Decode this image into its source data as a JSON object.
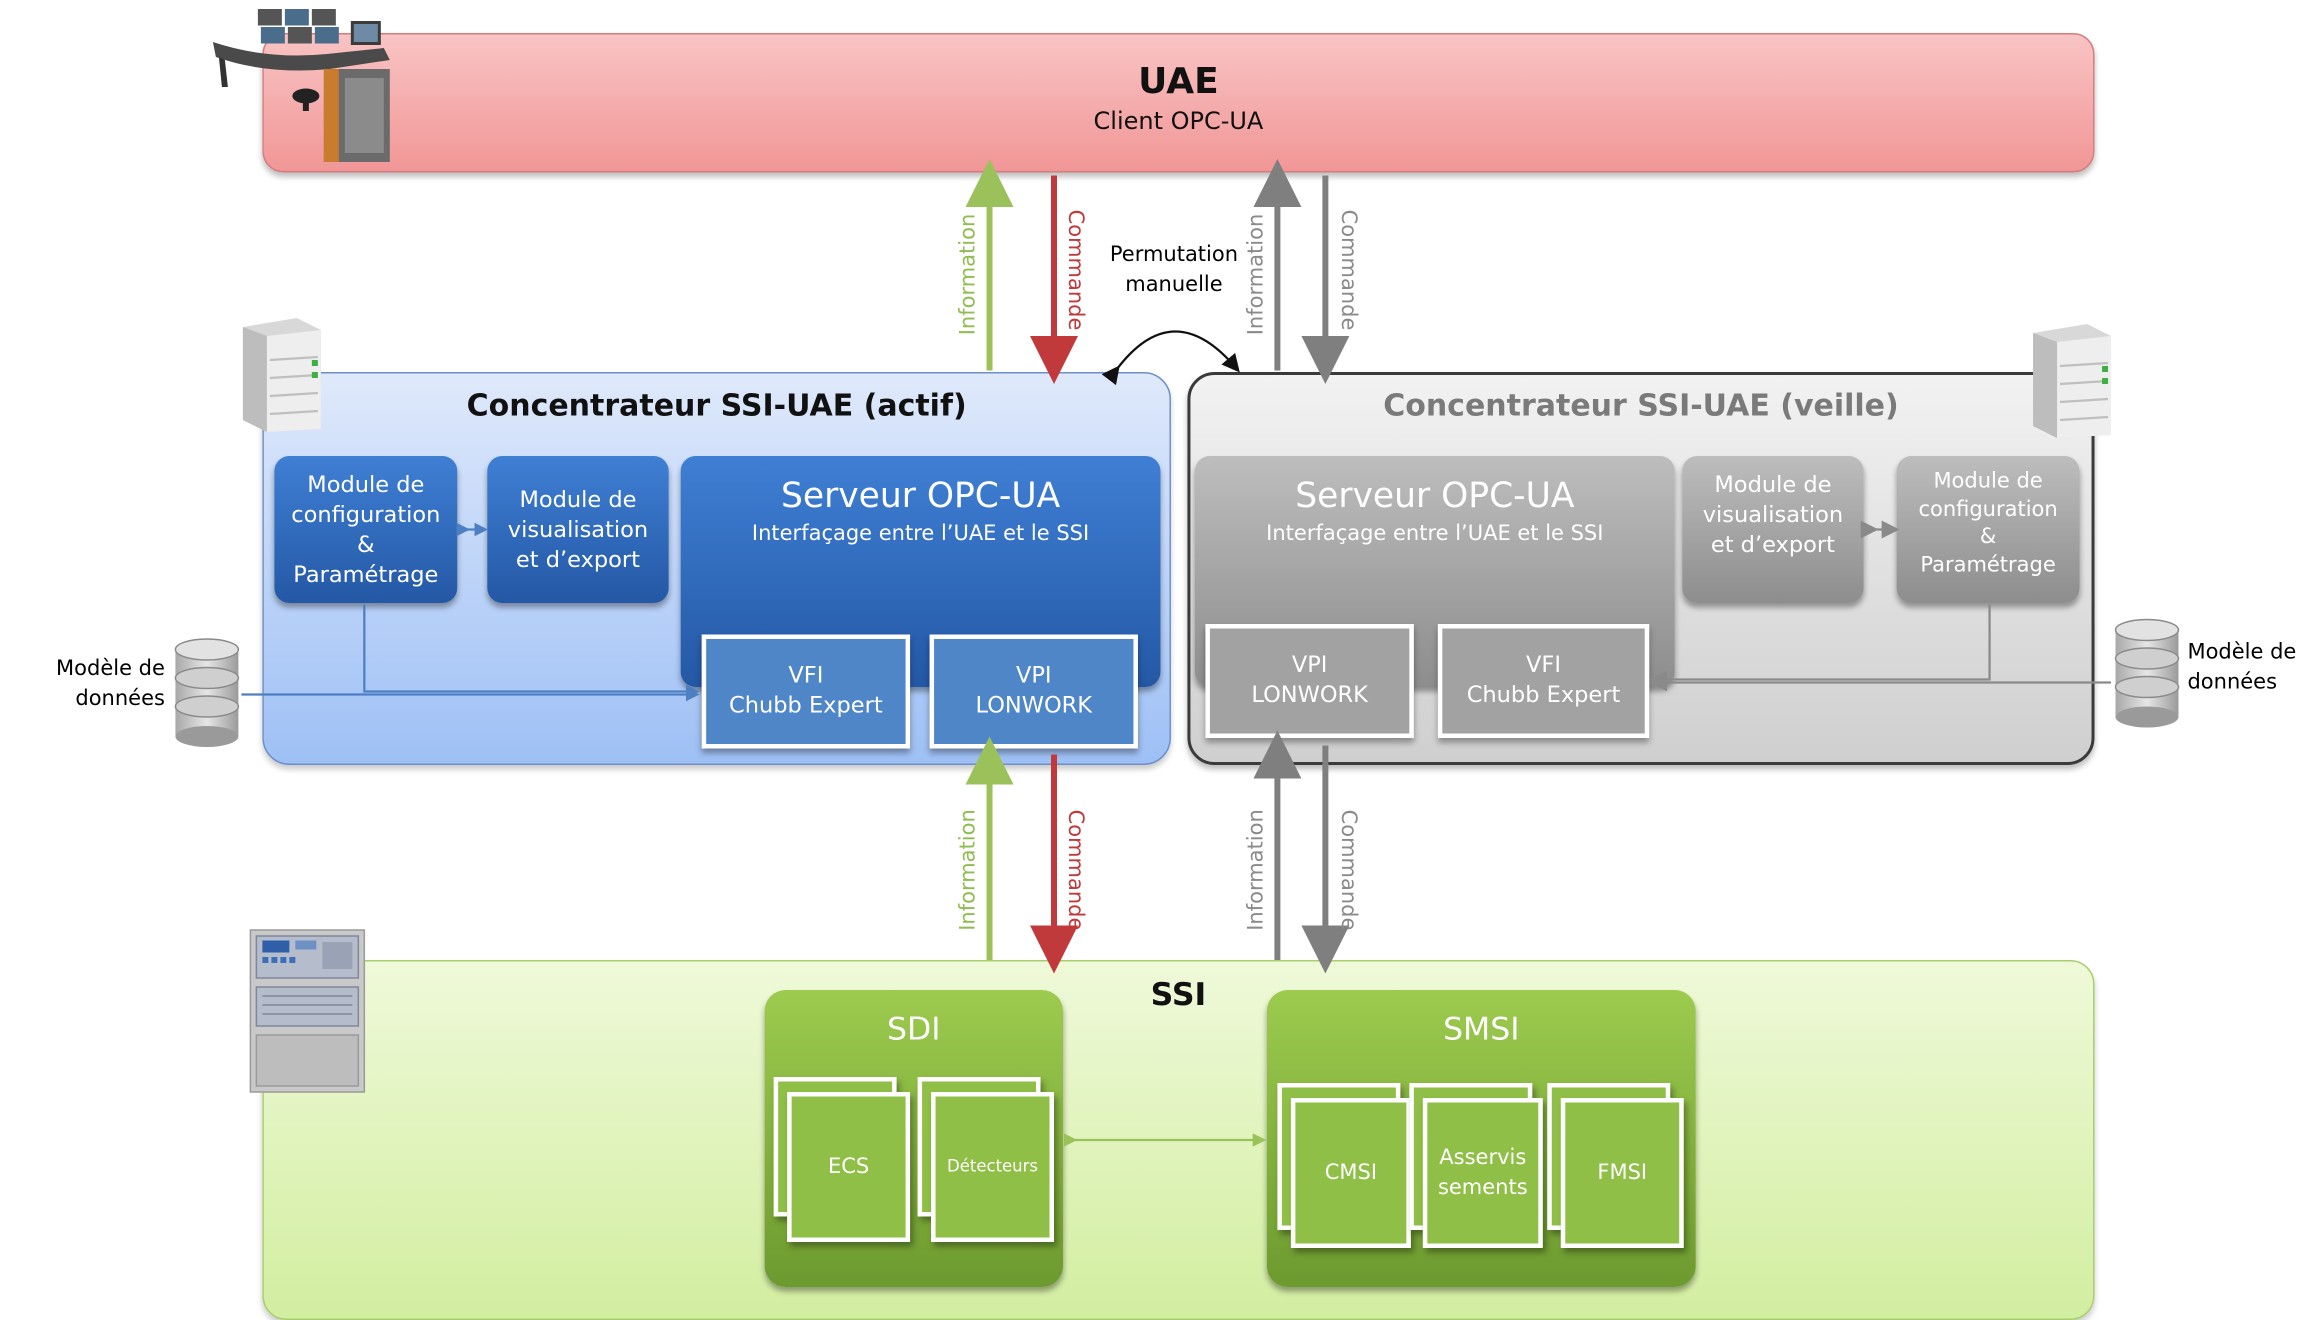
{
  "uae": {
    "title": "UAE",
    "subtitle": "Client OPC-UA"
  },
  "active": {
    "title": "Concentrateur SSI-UAE (actif)",
    "module_config": [
      "Module de",
      "configuration",
      "&",
      "Paramétrage"
    ],
    "module_visu": [
      "Module de",
      "visualisation",
      "et d’export"
    ],
    "server_title": "Serveur OPC-UA",
    "server_subtitle": "Interfaçage entre l’UAE et le SSI",
    "vfi": [
      "VFI",
      "Chubb Expert"
    ],
    "vpi": [
      "VPI",
      "LONWORK"
    ]
  },
  "standby": {
    "title": "Concentrateur SSI-UAE (veille)",
    "server_title": "Serveur OPC-UA",
    "server_subtitle": "Interfaçage entre l’UAE et le SSI",
    "module_visu": [
      "Module de",
      "visualisation",
      "et d’export"
    ],
    "module_config": [
      "Module de",
      "configuration",
      "&",
      "Paramétrage"
    ],
    "vpi": [
      "VPI",
      "LONWORK"
    ],
    "vfi": [
      "VFI",
      "Chubb Expert"
    ]
  },
  "db_left": [
    "Modèle de",
    "données"
  ],
  "db_right": [
    "Modèle de",
    "données"
  ],
  "permutation": [
    "Permutation",
    "manuelle"
  ],
  "arrows": {
    "information": "Information",
    "commande": "Commande"
  },
  "ssi": {
    "title": "SSI",
    "sdi": {
      "title": "SDI",
      "cards": [
        "ECS",
        "Détecteurs"
      ]
    },
    "smsi": {
      "title": "SMSI",
      "cards": [
        "CMSI",
        "Asservis",
        "sements",
        "FMSI"
      ]
    }
  },
  "colors": {
    "uae": "#f19696",
    "active": "#9ec0f5",
    "blue_module": "#2e6bc0",
    "grey_module": "#a0a0a0",
    "ssi": "#d2eea0",
    "green_panel": "#7fae3a",
    "arrow_green": "#9bc15a",
    "arrow_red": "#c0393b",
    "arrow_grey": "#7f7f7f"
  },
  "icons": [
    "control-room-icon",
    "server-tower-icon",
    "database-icon",
    "fire-panel-icon"
  ]
}
